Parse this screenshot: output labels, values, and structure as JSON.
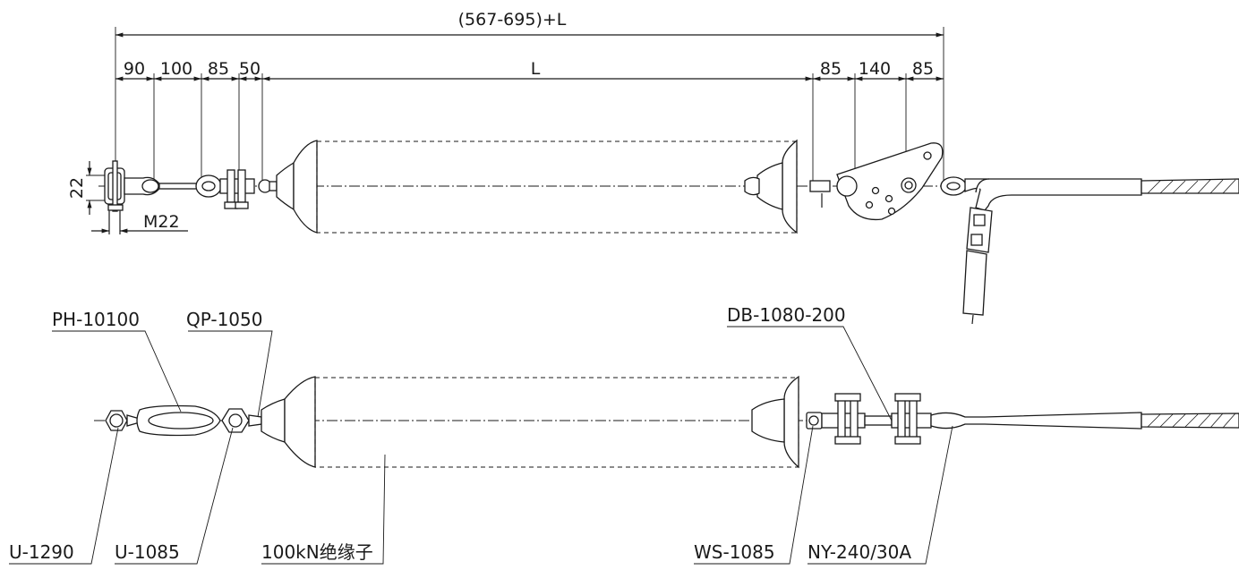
{
  "dimensions": {
    "overall": "(567-695)+L",
    "d90": "90",
    "d100": "100",
    "d85_left": "85",
    "d50": "50",
    "insulator_length": "L",
    "d85_right_a": "85",
    "d140": "140",
    "d85_right_b": "85",
    "d22": "22",
    "thread": "M22"
  },
  "labels": {
    "ph": "PH-10100",
    "qp": "QP-1050",
    "db": "DB-1080-200",
    "u1290": "U-1290",
    "u1085": "U-1085",
    "insulator": "100kN绝缘子",
    "ws": "WS-1085",
    "ny": "NY-240/30A"
  }
}
